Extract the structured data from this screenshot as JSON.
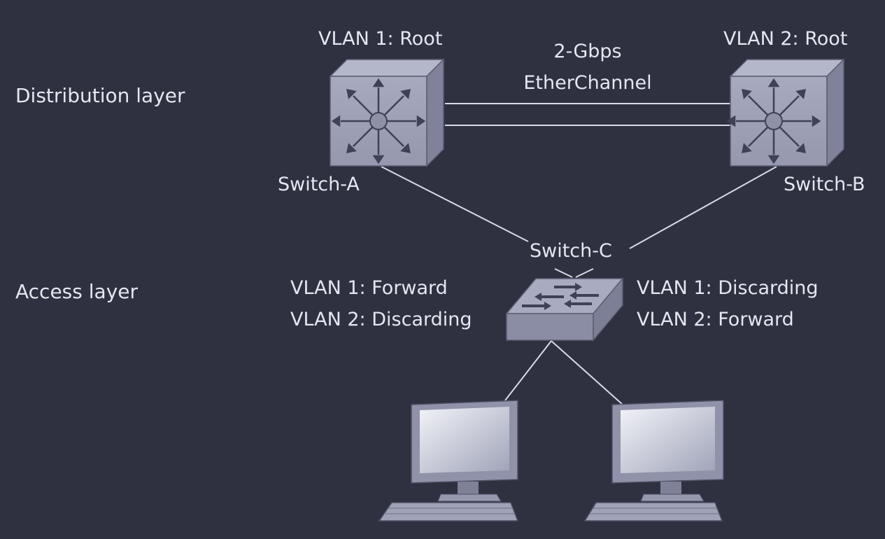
{
  "layers": {
    "distribution": "Distribution layer",
    "access": "Access layer"
  },
  "switch_a": {
    "name": "Switch-A",
    "role": "VLAN 1: Root"
  },
  "switch_b": {
    "name": "Switch-B",
    "role": "VLAN 2: Root"
  },
  "link": {
    "speed": "2-Gbps",
    "type": "EtherChannel"
  },
  "switch_c": {
    "name": "Switch-C",
    "left_port": {
      "vlan1": "VLAN 1: Forward",
      "vlan2": "VLAN 2: Discarding"
    },
    "right_port": {
      "vlan1": "VLAN 1: Discarding",
      "vlan2": "VLAN 2: Forward"
    }
  },
  "icons": {
    "distribution_switch": "multilayer-switch-icon",
    "access_switch": "workgroup-switch-icon",
    "computer": "desktop-computer-icon"
  },
  "colors": {
    "background": "#2f3140",
    "device_face": "#a0a3b8",
    "device_side": "#8a8da3",
    "lines": "#d8dbe6",
    "text": "#e4e7f0"
  }
}
